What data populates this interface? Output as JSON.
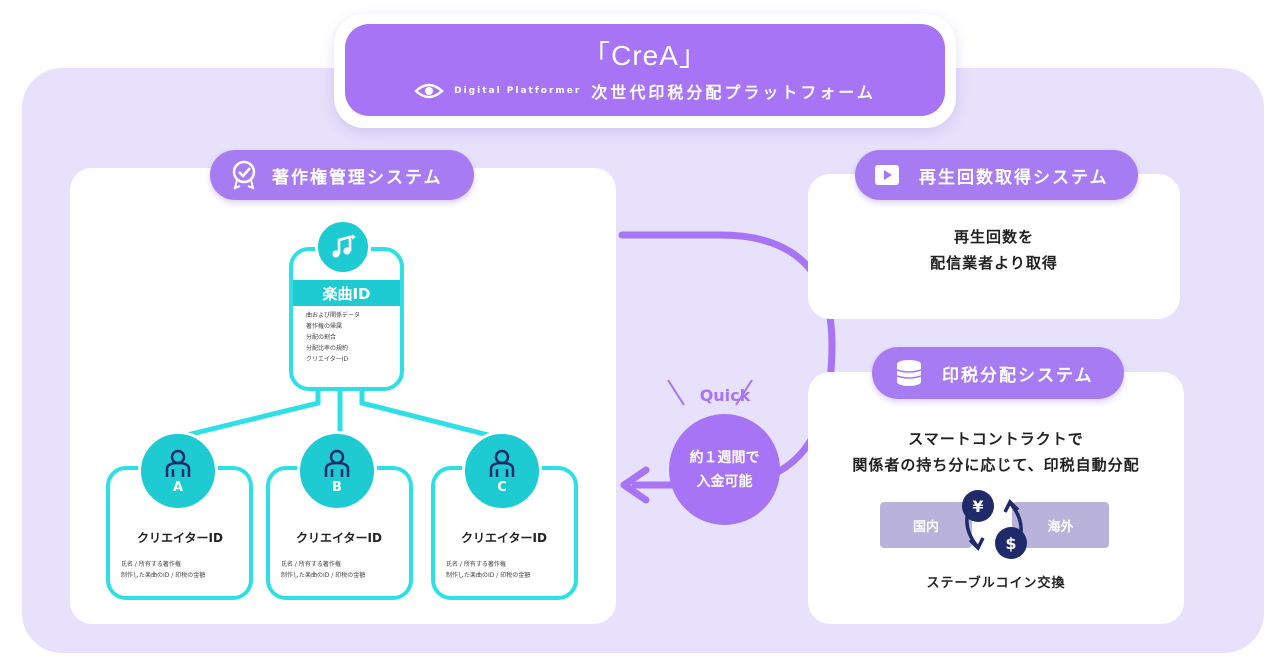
{
  "header": {
    "title": "「CreA」",
    "tagline_en": "Digital Platformer",
    "tagline_jp": "次世代印税分配プラットフォーム"
  },
  "copyright_system": {
    "title": "著作権管理システム",
    "song": {
      "label": "楽曲ID",
      "details": [
        "曲および関係データ",
        "著作権の帰属",
        "分配の割合",
        "分配比率の規約",
        "クリエイターID"
      ]
    },
    "creators": [
      {
        "letter": "A",
        "label": "クリエイターID",
        "details": [
          "氏名 / 所有する著作権",
          "制作した楽曲のID / 印税の金額"
        ]
      },
      {
        "letter": "B",
        "label": "クリエイターID",
        "details": [
          "氏名 / 所有する著作権",
          "制作した楽曲のID / 印税の金額"
        ]
      },
      {
        "letter": "C",
        "label": "クリエイターID",
        "details": [
          "氏名 / 所有する著作権",
          "制作した楽曲のID / 印税の金額"
        ]
      }
    ]
  },
  "quick": {
    "label": "Quick",
    "line1": "約１週間で",
    "line2": "入金可能"
  },
  "playback_system": {
    "title": "再生回数取得システム",
    "line1": "再生回数を",
    "line2": "配信業者より取得"
  },
  "royalty_system": {
    "title": "印税分配システム",
    "line1": "スマートコントラクトで",
    "line2": "関係者の持ち分に応じて、印税自動分配",
    "domestic": "国内",
    "overseas": "海外",
    "yen": "¥",
    "dollar": "$",
    "exchange": "ステーブルコイン交換"
  },
  "colors": {
    "purple": "#a774f5",
    "light_purple": "#e7e1fb",
    "cyan": "#2ee0e6",
    "navy": "#1f2a6b"
  }
}
